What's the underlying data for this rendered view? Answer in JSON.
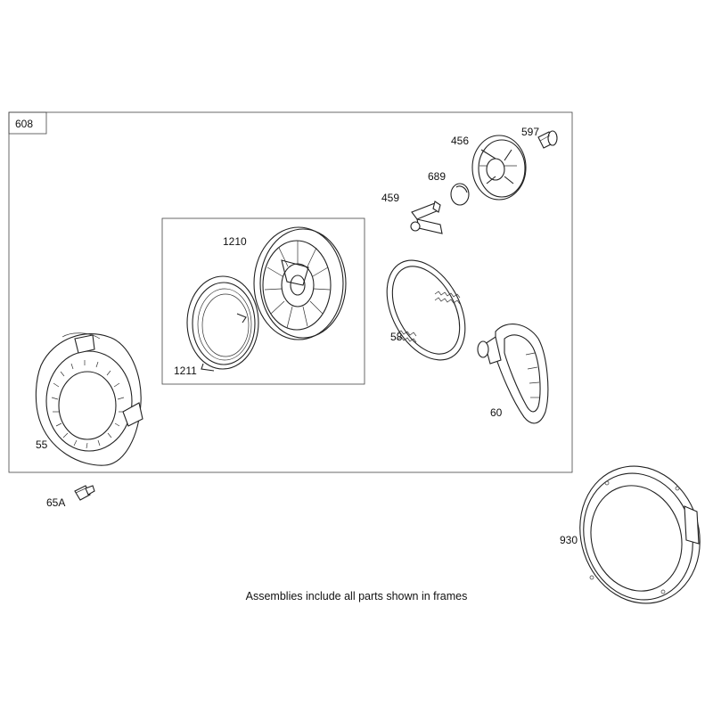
{
  "frame_label": "608",
  "callouts": {
    "p597": "597",
    "p456": "456",
    "p689": "689",
    "p459": "459",
    "p1210": "1210",
    "p1211": "1211",
    "p58": "58",
    "p60": "60",
    "p55": "55",
    "p65a": "65A",
    "p930": "930"
  },
  "caption": "Assemblies include all parts shown in frames"
}
